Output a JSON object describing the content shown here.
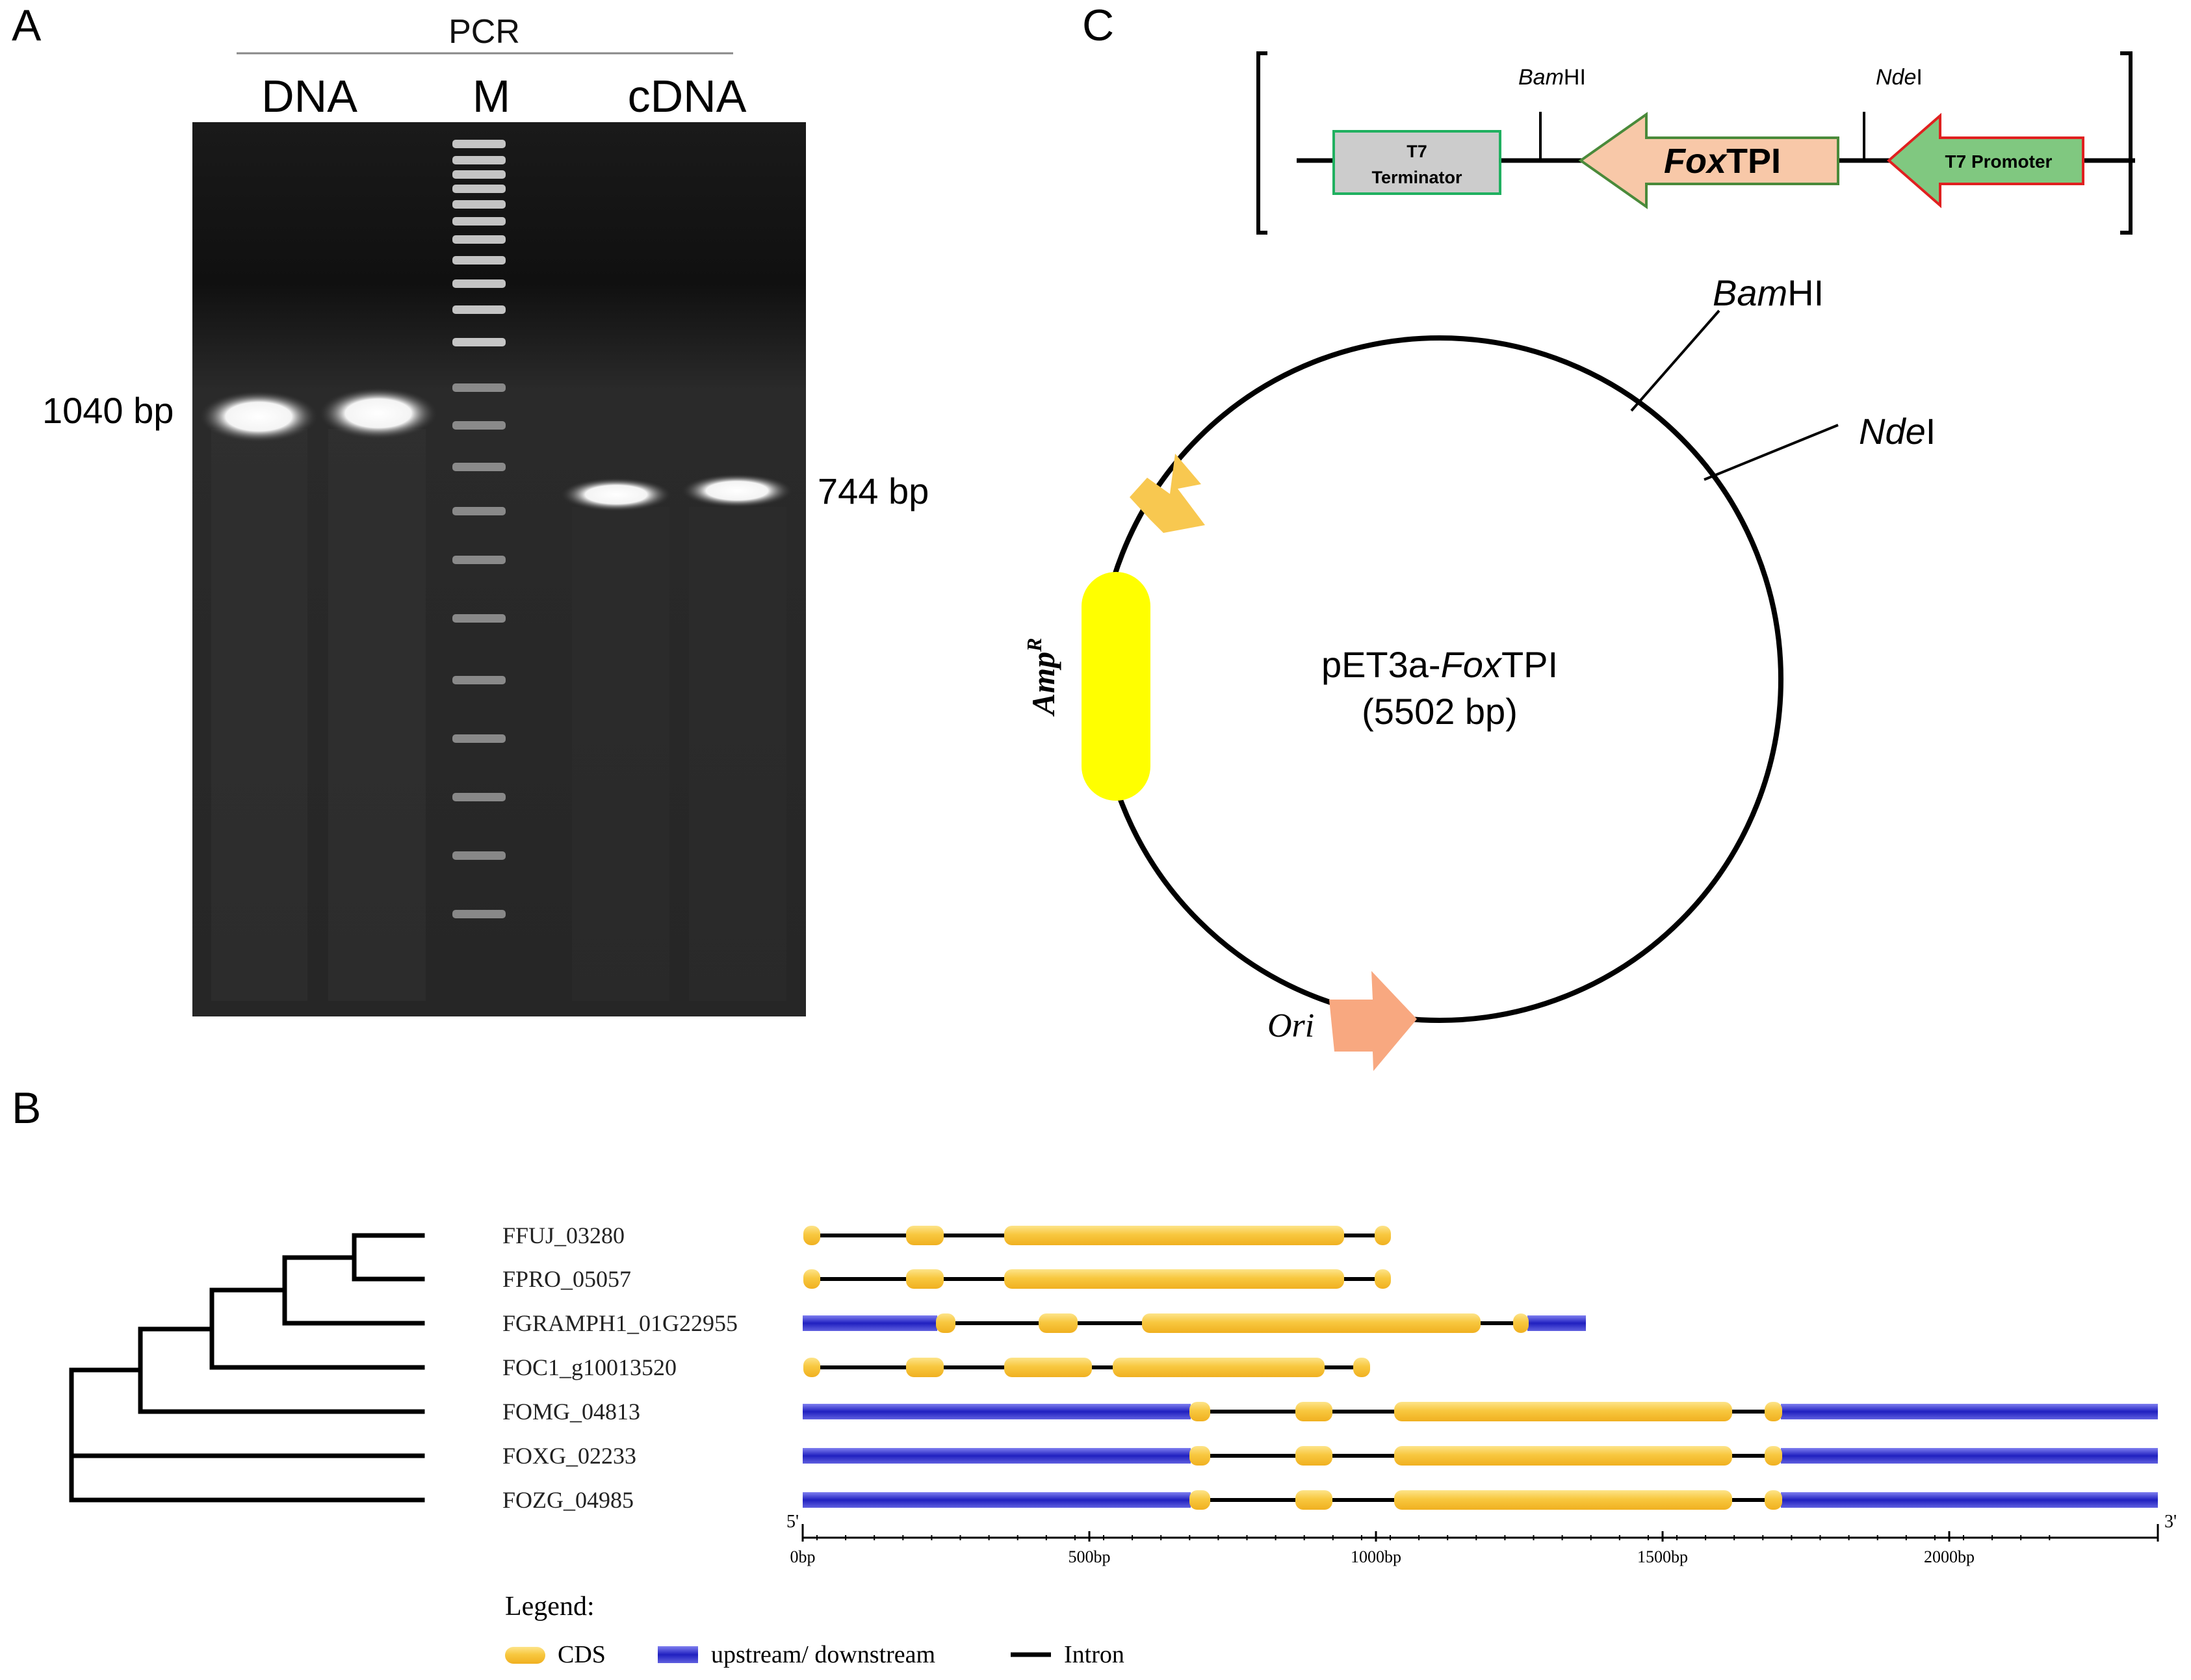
{
  "panels": {
    "a": {
      "letter": "A"
    },
    "b": {
      "letter": "B"
    },
    "c": {
      "letter": "C"
    }
  },
  "gel": {
    "header": "PCR",
    "lane_labels": {
      "dna": "DNA",
      "marker": "M",
      "cdna": "cDNA"
    },
    "band_labels": {
      "left": "1040 bp",
      "right": "744 bp"
    }
  },
  "construct": {
    "sites": {
      "bam_italic": "Bam",
      "bam_rest": "HI",
      "nde_italic": "Nde",
      "nde_rest": "I"
    },
    "terminator_line1": "T7",
    "terminator_line2": "Terminator",
    "gene_italic": "Fox",
    "gene_rest": "TPI",
    "promoter": "T7 Promoter",
    "colors": {
      "terminator": "#cccccc",
      "terminator_border": "#20b060",
      "gene": "#f8c8a8",
      "gene_border": "#4a8a3a",
      "promoter": "#80c880",
      "promoter_border": "#e02020"
    }
  },
  "plasmid": {
    "name_prefix": "pET3a-",
    "name_italic": "Fox",
    "name_suffix": "TPI",
    "size": "(5502 bp)",
    "amp_italic": "Amp",
    "amp_sup": "R",
    "ori": "Ori",
    "colors": {
      "amp": "#ffff00",
      "arrow1": "#f8c850",
      "ori": "#f8a880"
    }
  },
  "gene_structure": {
    "genes": [
      "FFUJ_03280",
      "FPRO_05057",
      "FGRAMPH1_01G22955",
      "FOC1_g10013520",
      "FOMG_04813",
      "FOXG_02233",
      "FOZG_04985"
    ],
    "end_5": "5'",
    "end_3": "3'",
    "axis_ticks": [
      "0bp",
      "500bp",
      "1000bp",
      "1500bp",
      "2000bp"
    ],
    "legend_title": "Legend:",
    "legend_items": {
      "cds": "CDS",
      "utr": "upstream/ downstream",
      "intron": "Intron"
    },
    "colors": {
      "cds": "#f8c840",
      "utr": "#2828c8",
      "intron": "#000000"
    }
  }
}
